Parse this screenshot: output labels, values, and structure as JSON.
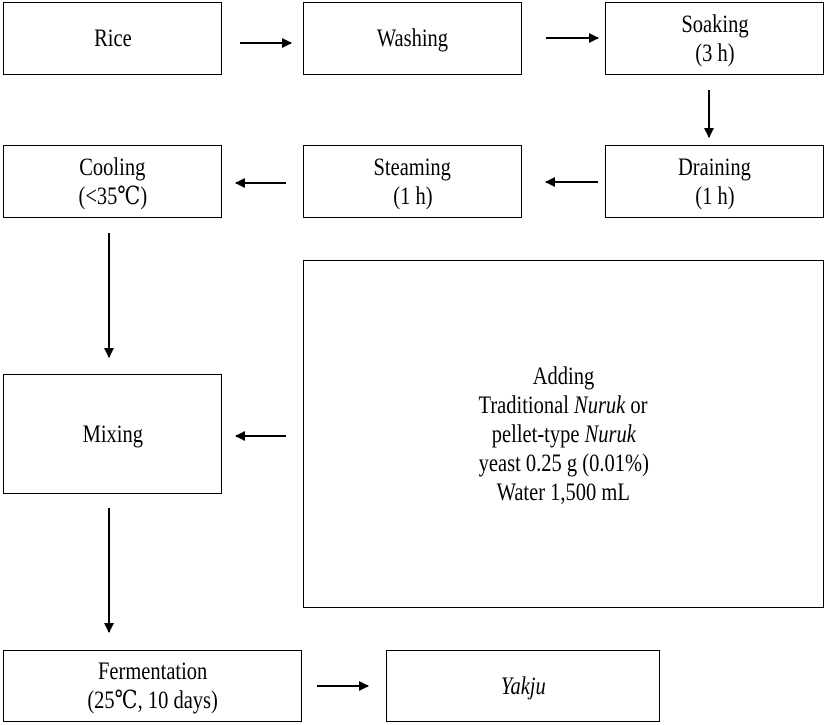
{
  "steps": {
    "rice": {
      "label": "Rice"
    },
    "washing": {
      "label": "Washing"
    },
    "soaking": {
      "label": "Soaking",
      "detail": "(3  h)"
    },
    "draining": {
      "label": "Draining",
      "detail": "(1  h)"
    },
    "steaming": {
      "label": "Steaming",
      "detail": "(1  h)"
    },
    "cooling": {
      "label": "Cooling",
      "detail": "(<35℃)"
    },
    "mixing": {
      "label": "Mixing"
    },
    "fermentation": {
      "label": "Fermentation",
      "detail": "(25℃,  10  days)"
    },
    "yakju": {
      "label": "Yakju"
    }
  },
  "adding": {
    "title": "Adding",
    "line1_prefix": "Traditional ",
    "line1_italic": "Nuruk",
    "line1_suffix": " or",
    "line2_prefix": "pellet-type ",
    "line2_italic": "Nuruk",
    "line3": "yeast  0.25  g  (0.01%)",
    "line4": "Water  1,500  mL"
  }
}
